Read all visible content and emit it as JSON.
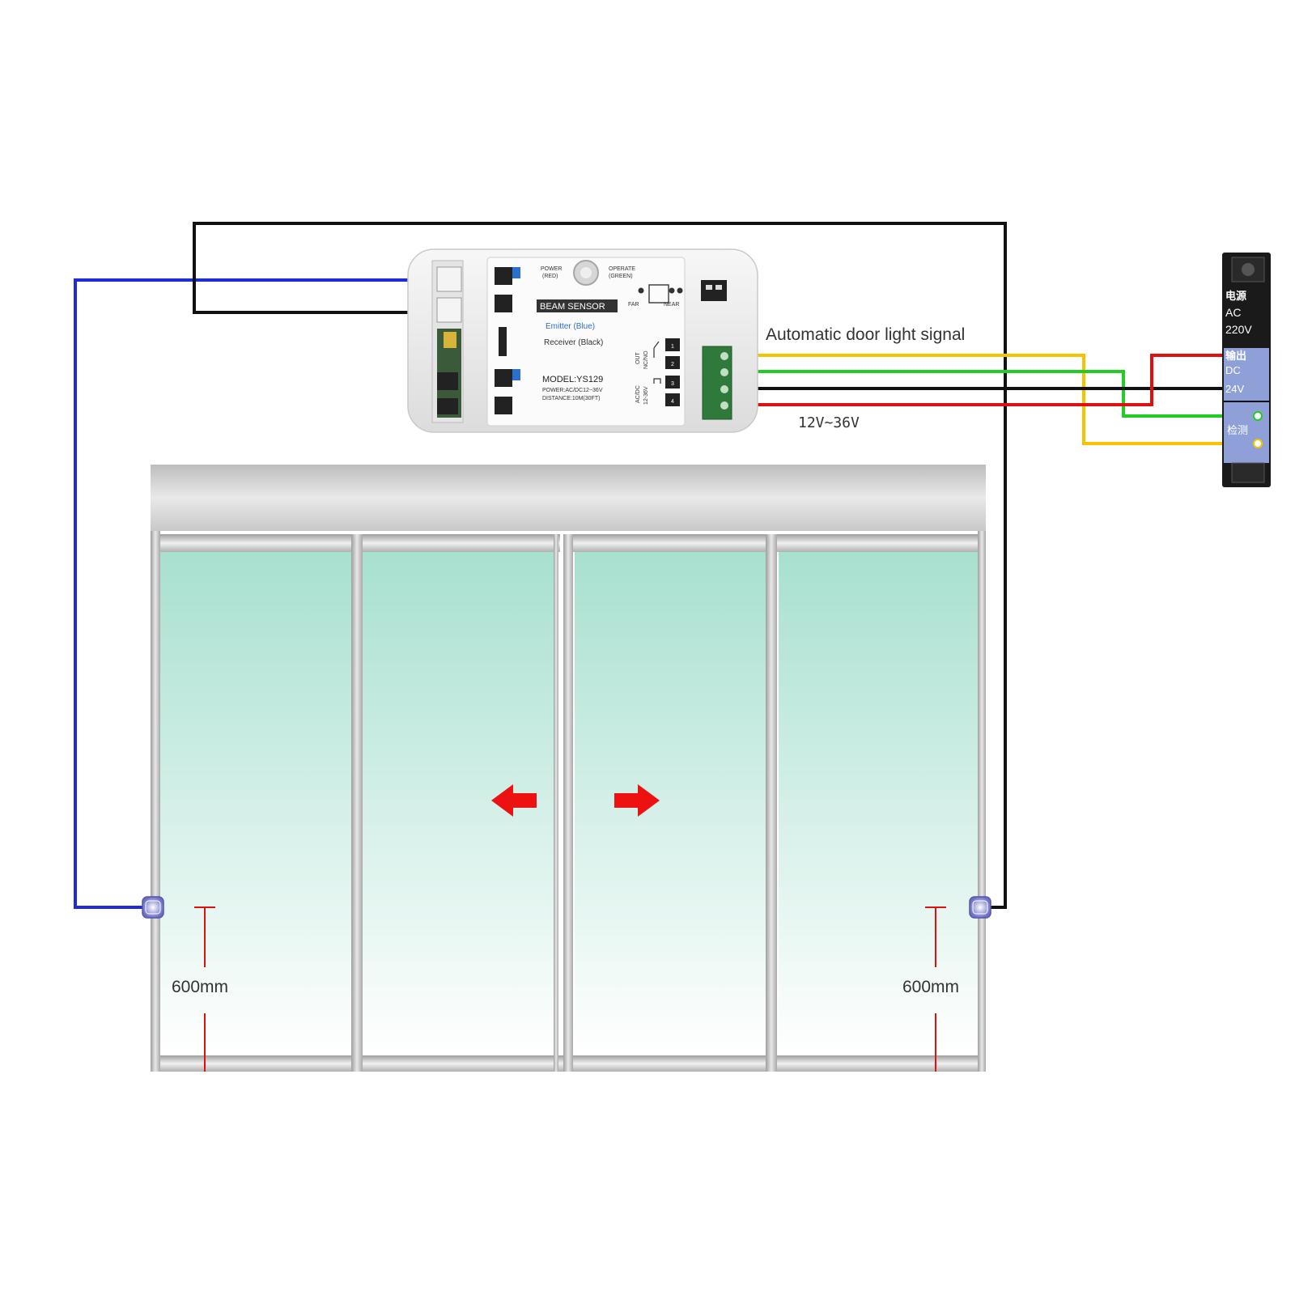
{
  "controller": {
    "power_label": "POWER",
    "power_sub": "(RED)",
    "operate_label": "OPERATE",
    "operate_sub": "(GREEN)",
    "far_label": "FAR",
    "near_label": "NEAR",
    "brand_label": "BEAM SENSOR",
    "emitter_label": "Emitter  (Blue)",
    "receiver_label": "Receiver (Black)",
    "model_label": "MODEL:YS129",
    "power_spec": "POWER:AC/DC12~36V",
    "distance_spec": "DISTANCE:10M(30FT)",
    "out_label": "OUT",
    "nc_no_label": "NC/NO",
    "ac_dc_label": "AC/DC",
    "v_label": "12-36V",
    "terminals": [
      "1",
      "2",
      "3",
      "4"
    ]
  },
  "labels": {
    "signal": "Automatic door light signal",
    "voltage": "12V~36V",
    "left_height": "600mm",
    "right_height": "600mm"
  },
  "psu": {
    "line1": "电源",
    "line2": "AC",
    "line3": "220V",
    "line4": "输出",
    "line5": "DC",
    "line6": "24V",
    "line7": "检测"
  },
  "colors": {
    "blue_wire": "#1f2bd6",
    "black_wire": "#111111",
    "yellow_wire": "#f4c400",
    "green_wire": "#22cc22",
    "red_wire": "#e01010",
    "arrow": "#ee1111",
    "glass_top": "#a8e0cf",
    "frame": "#b8b8b8"
  },
  "icons": [
    "left-arrow-icon",
    "right-arrow-icon",
    "emitter-sensor-icon",
    "receiver-sensor-icon",
    "power-led-icon"
  ]
}
